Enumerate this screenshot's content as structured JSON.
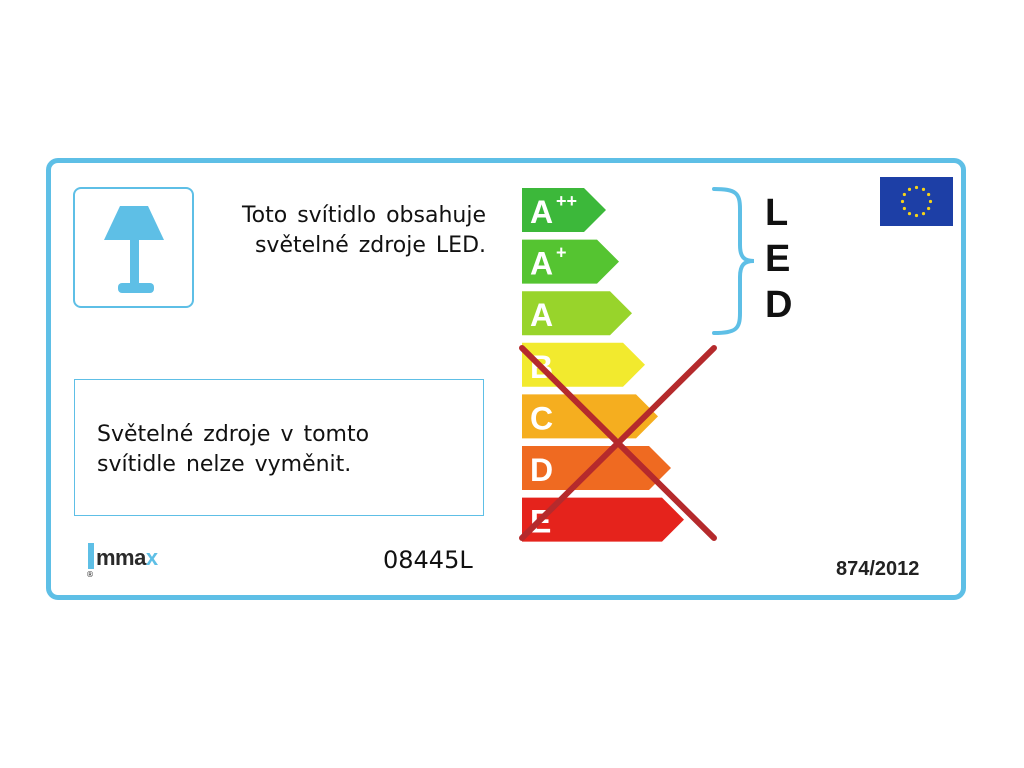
{
  "info": {
    "contains_text": "Toto svítidlo obsahuje\nsvětelné zdroje LED.",
    "replace_text": "Světelné zdroje v tomto\nsvítidle nelze vyměnit.",
    "model": "08445L",
    "regulation": "874/2012",
    "led_letters": [
      "L",
      "E",
      "D"
    ]
  },
  "brand": {
    "name_main": "mma",
    "name_accent": "x",
    "registered": "®",
    "accent_color": "#5ebfe6"
  },
  "energy_scale": {
    "classes": [
      {
        "letter": "A",
        "sup": "++",
        "color": "#3cb83a"
      },
      {
        "letter": "A",
        "sup": "+",
        "color": "#55c431"
      },
      {
        "letter": "A",
        "sup": "",
        "color": "#98d42b"
      },
      {
        "letter": "B",
        "sup": "",
        "color": "#f2ea2e"
      },
      {
        "letter": "C",
        "sup": "",
        "color": "#f5ae1f"
      },
      {
        "letter": "D",
        "sup": "",
        "color": "#ef6a21"
      },
      {
        "letter": "E",
        "sup": "",
        "color": "#e5231c"
      }
    ],
    "led_compatible_classes": 3,
    "crossed_classes": 4,
    "cross_color": "#b52a2c"
  },
  "icons": {
    "lamp": "table-lamp-icon",
    "brace": "curly-brace-icon",
    "flag": "eu-flag-icon",
    "cross": "cross-out-mark"
  },
  "colors": {
    "frame": "#5ebfe6",
    "eu_blue": "#1d3fa6",
    "eu_star": "#f7d417"
  }
}
